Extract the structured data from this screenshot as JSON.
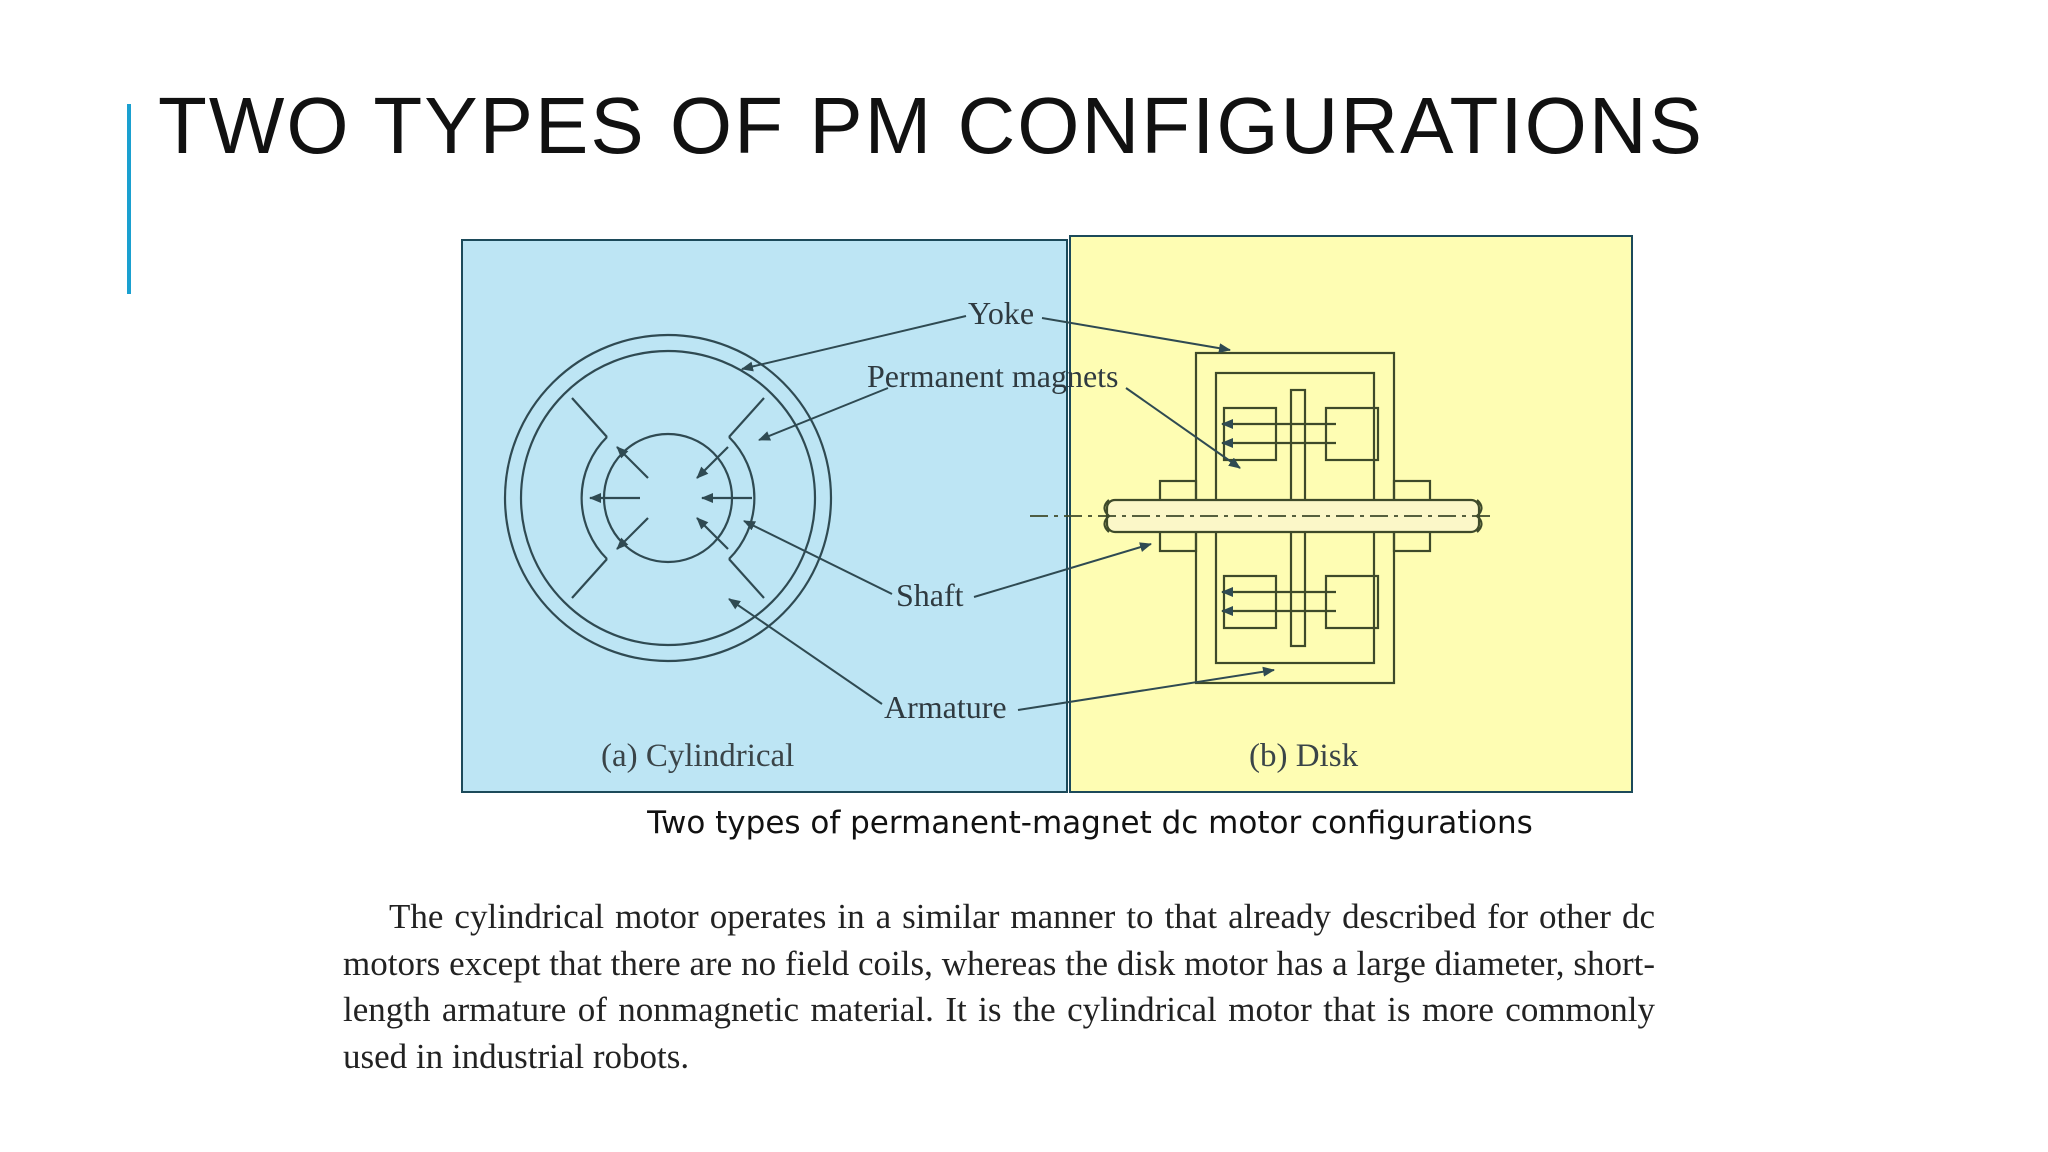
{
  "title": "TWO TYPES OF PM CONFIGURATIONS",
  "figure": {
    "labels": {
      "yoke": "Yoke",
      "permanent_magnets": "Permanent magnets",
      "shaft": "Shaft",
      "armature": "Armature",
      "cylindrical": "(a) Cylindrical",
      "disk": "(b) Disk"
    },
    "colors": {
      "cylindrical_panel": "#bde5f4",
      "disk_panel": "#fefdb3",
      "line": "#2f4a52"
    },
    "caption": "Two types of permanent-magnet dc motor configurations"
  },
  "body_text": "The cylindrical motor operates in a similar manner to that already described for other dc motors except that there are no field coils, whereas the disk motor has a large diameter, short-length armature of nonmagnetic material. It is the cylindrical motor that is more commonly used in industrial robots."
}
